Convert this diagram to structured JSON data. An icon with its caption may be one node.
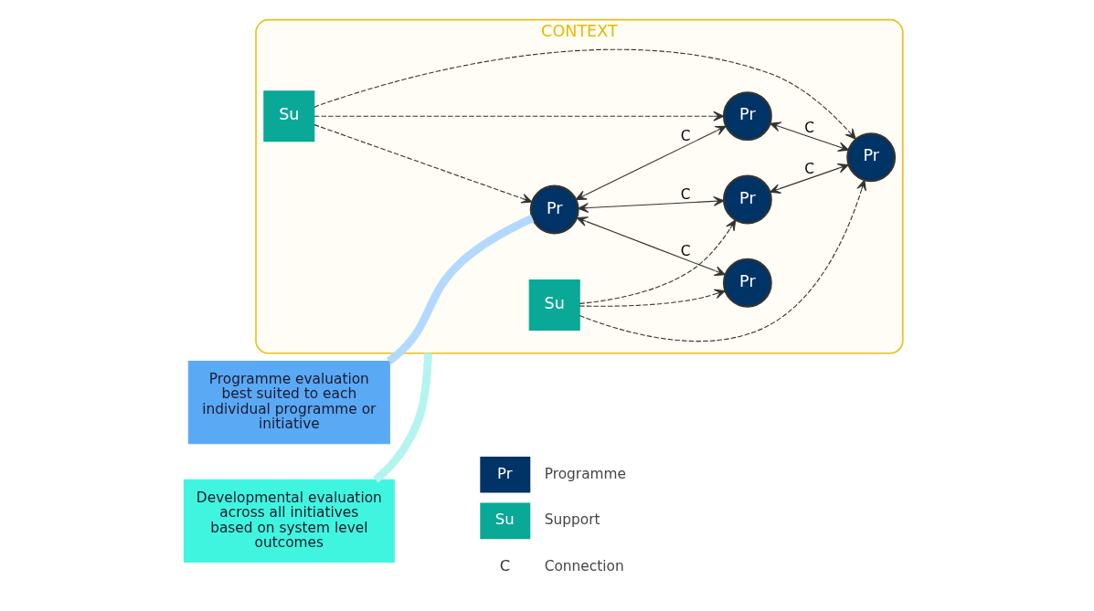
{
  "diagram": {
    "nodes": [
      {
        "text": [
          "CONTEXT"
        ]
      },
      {
        "text": [
          "Pr"
        ],
        "in": 0
      },
      {
        "text": [
          "Pr"
        ],
        "in": 0
      },
      {
        "text": [
          "Pr"
        ],
        "in": 0
      },
      {
        "text": [
          "Su"
        ],
        "in": 0
      },
      {
        "text": [
          "Su"
        ],
        "in": 0
      },
      {
        "text": [
          "Pr"
        ],
        "in": 0
      },
      {
        "text": [
          "Pr"
        ],
        "in": 0
      },
      {
        "text": [
          "Programme evaluation best suited to each individual programme or initiative"
        ]
      },
      {
        "text": [
          "Developmental evaluation across all initiatives based on system level outcomes"
        ]
      }
    ],
    "edges": [
      {
        "from": 1,
        "to": 2,
        "arrow": "both",
        "label": "C"
      },
      {
        "from": 1,
        "to": 3,
        "arrow": "both",
        "label": "C"
      },
      {
        "from": 1,
        "to": 6,
        "arrow": "both",
        "label": "C"
      },
      {
        "from": 6,
        "to": 7,
        "arrow": "both",
        "label": "C"
      },
      {
        "from": 3,
        "to": 7,
        "arrow": "both",
        "label": "C"
      },
      {
        "from": 4,
        "to": 1,
        "arrow": "to",
        "style": "dashed"
      },
      {
        "from": 4,
        "to": 6,
        "arrow": "to",
        "style": "dashed"
      },
      {
        "from": 4,
        "to": 7,
        "arrow": "to",
        "style": "dashed"
      },
      {
        "from": 5,
        "to": 3,
        "arrow": "to",
        "style": "dashed"
      },
      {
        "from": 5,
        "to": 2,
        "arrow": "to",
        "style": "dashed"
      },
      {
        "from": 5,
        "to": 7,
        "arrow": "to",
        "style": "dashed"
      },
      {
        "from": 8,
        "to": 1,
        "arrow": "none",
        "style": "thick",
        "color": "#b3d9ff"
      },
      {
        "from": 9,
        "to": 0,
        "arrow": "none",
        "style": "thick",
        "color": "#b3f5ee"
      }
    ],
    "labels": [
      "Pr",
      "Su",
      "C"
    ],
    "legend": [
      {
        "text": "Programme"
      },
      {
        "text": "Support"
      },
      {
        "text": "Connection"
      }
    ]
  }
}
